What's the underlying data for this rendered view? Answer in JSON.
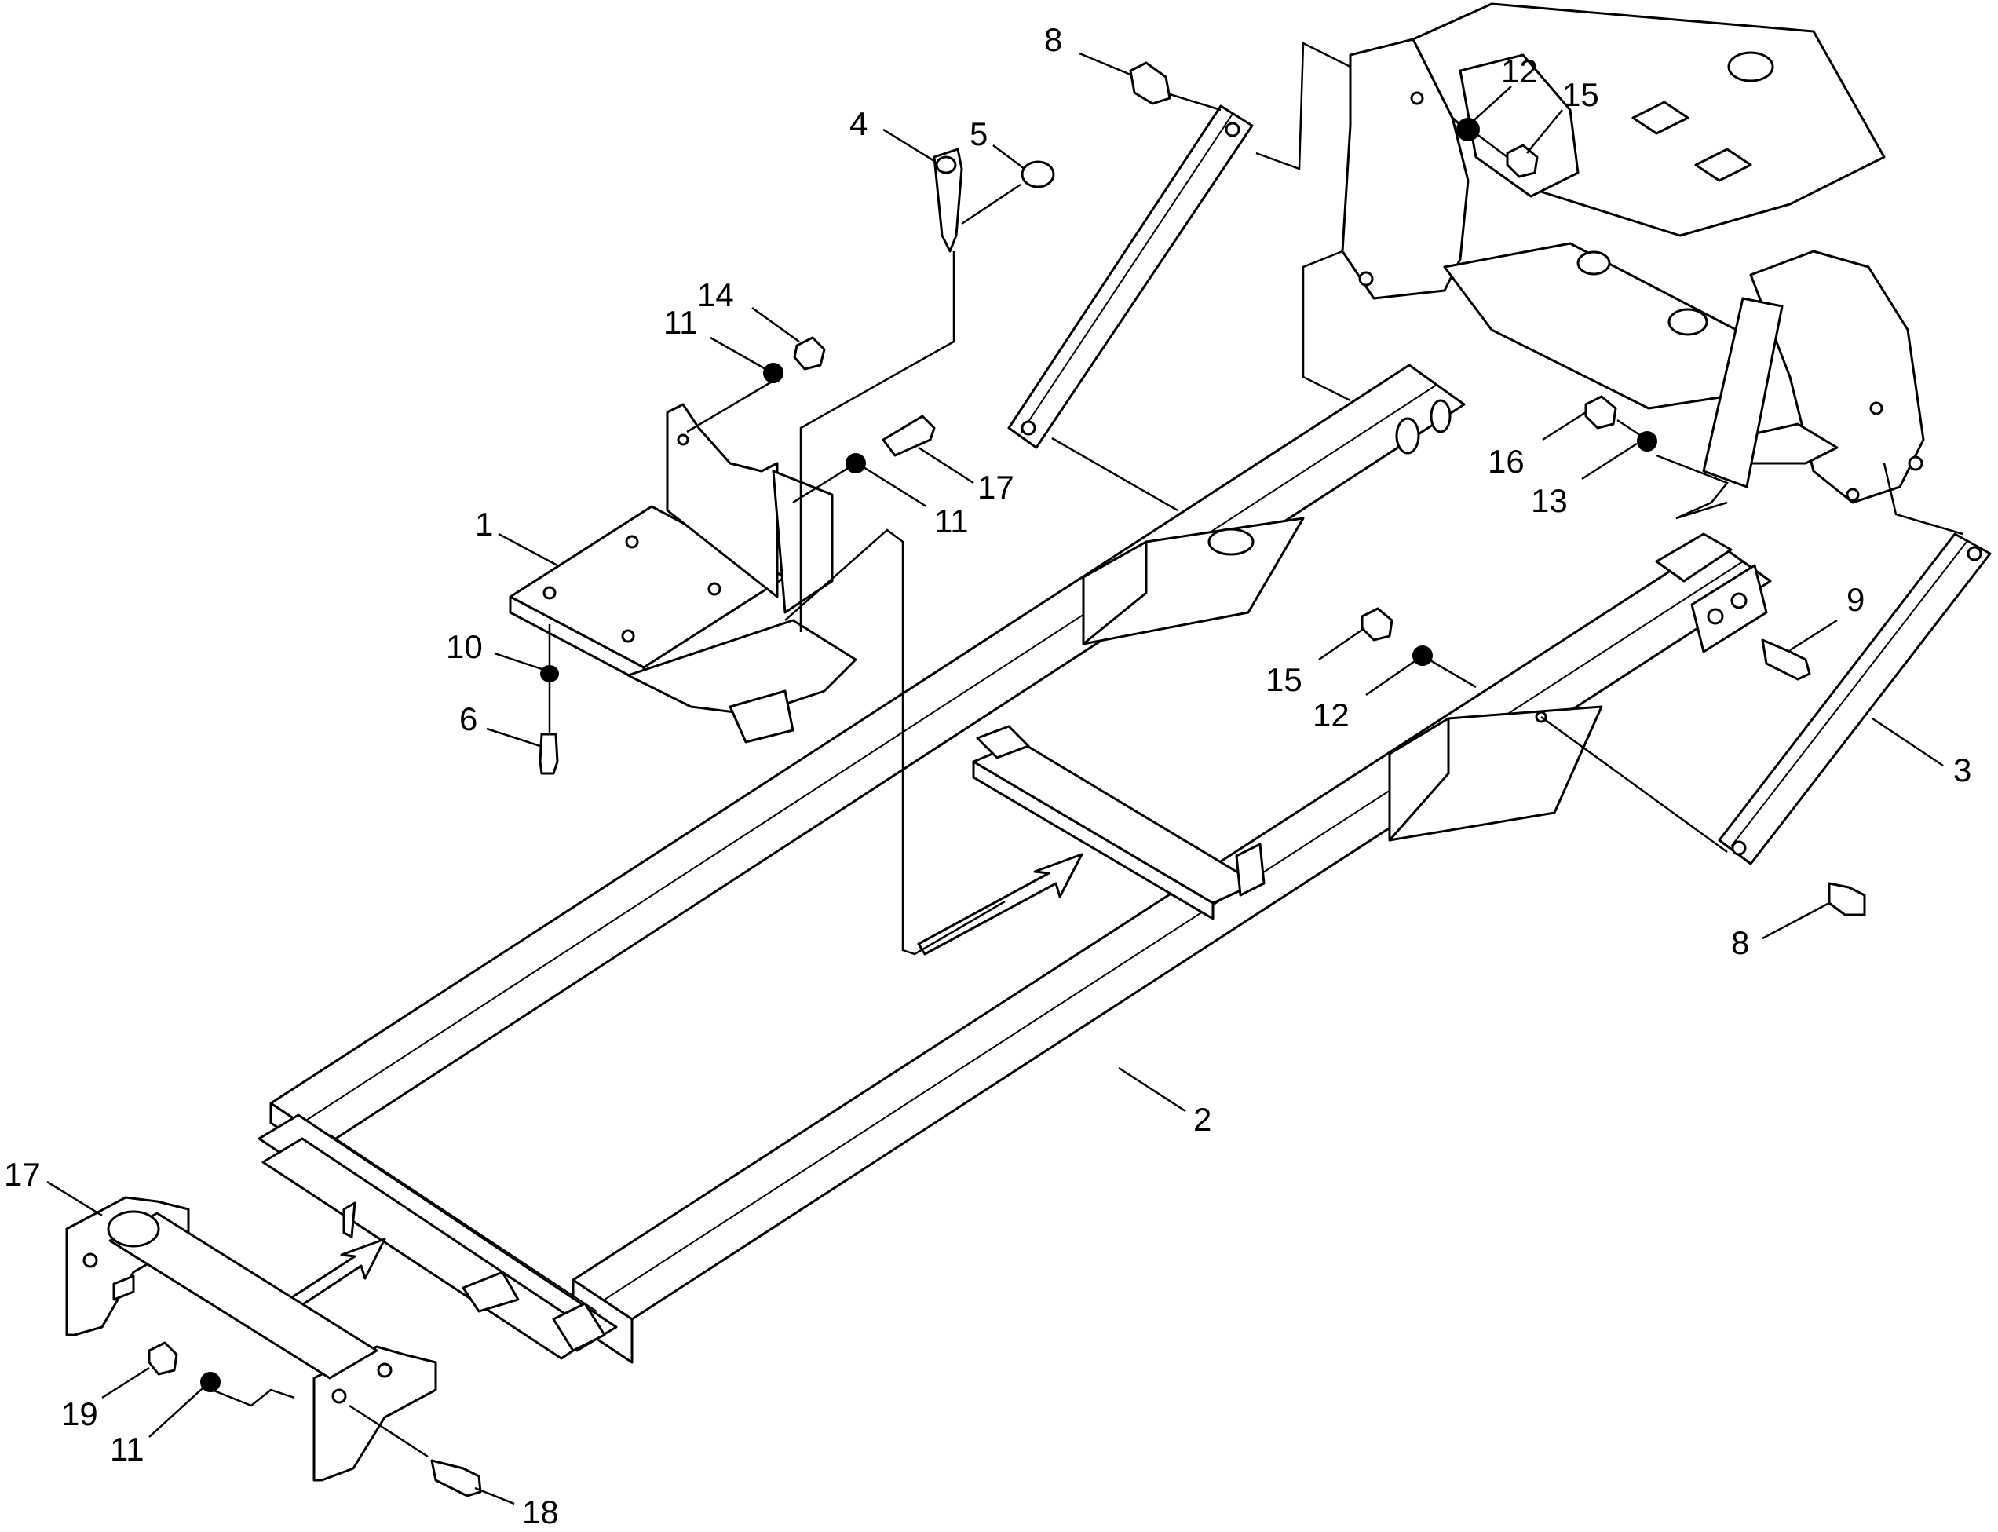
{
  "callouts": [
    {
      "text": "8"
    },
    {
      "text": "12"
    },
    {
      "text": "15"
    },
    {
      "text": "4"
    },
    {
      "text": "5"
    },
    {
      "text": "14"
    },
    {
      "text": "11"
    },
    {
      "text": "1"
    },
    {
      "text": "17"
    },
    {
      "text": "11"
    },
    {
      "text": "16"
    },
    {
      "text": "13"
    },
    {
      "text": "10"
    },
    {
      "text": "6"
    },
    {
      "text": "15"
    },
    {
      "text": "12"
    },
    {
      "text": "9"
    },
    {
      "text": "3"
    },
    {
      "text": "8"
    },
    {
      "text": "2"
    },
    {
      "text": "17"
    },
    {
      "text": "19"
    },
    {
      "text": "11"
    },
    {
      "text": "18"
    }
  ]
}
